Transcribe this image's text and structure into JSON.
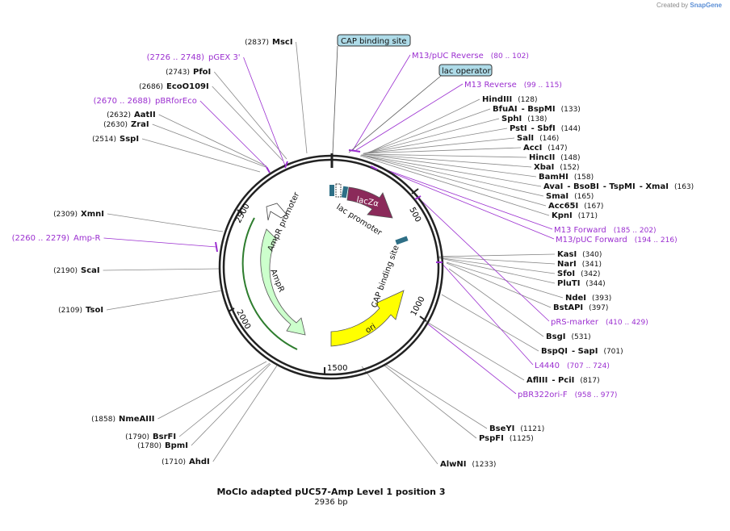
{
  "credit": {
    "prefix": "Created by",
    "brand": "SnapGene"
  },
  "title": "MoClo adapted pUC57-Amp Level 1 position 3",
  "subtitle": "2936 bp",
  "ticks": [
    "500",
    "1000",
    "1500",
    "2000",
    "2500"
  ],
  "features": {
    "lacZa": "lacZα",
    "lac_promoter": "lac promoter",
    "cap_site": "CAP binding site",
    "ori": "ori",
    "ampr": "AmpR",
    "ampr_promoter": "AmpR promoter"
  },
  "boxed_labels": [
    "CAP binding site",
    "lac operator"
  ],
  "right_labels": [
    {
      "parts": [
        {
          "t": "HindIII",
          "b": true
        },
        {
          "t": "(128)",
          "b": false
        }
      ]
    },
    {
      "parts": [
        {
          "t": "BfuAI",
          "b": true
        },
        {
          "t": "- BspMI",
          "b": true
        },
        {
          "t": "(133)",
          "b": false
        }
      ]
    },
    {
      "parts": [
        {
          "t": "SphI",
          "b": true
        },
        {
          "t": "(138)",
          "b": false
        }
      ]
    },
    {
      "parts": [
        {
          "t": "PstI",
          "b": true
        },
        {
          "t": "- SbfI",
          "b": true
        },
        {
          "t": "(144)",
          "b": false
        }
      ]
    },
    {
      "parts": [
        {
          "t": "SalI",
          "b": true
        },
        {
          "t": "(146)",
          "b": false
        }
      ]
    },
    {
      "parts": [
        {
          "t": "AccI",
          "b": true
        },
        {
          "t": "(147)",
          "b": false
        }
      ]
    },
    {
      "parts": [
        {
          "t": "HincII",
          "b": true
        },
        {
          "t": "(148)",
          "b": false
        }
      ]
    },
    {
      "parts": [
        {
          "t": "XbaI",
          "b": true
        },
        {
          "t": "(152)",
          "b": false
        }
      ]
    },
    {
      "parts": [
        {
          "t": "BamHI",
          "b": true
        },
        {
          "t": "(158)",
          "b": false
        }
      ]
    },
    {
      "parts": [
        {
          "t": "AvaI",
          "b": true
        },
        {
          "t": "- BsoBI",
          "b": true
        },
        {
          "t": "- TspMI",
          "b": true
        },
        {
          "t": "- XmaI",
          "b": true
        },
        {
          "t": "(163)",
          "b": false
        }
      ]
    },
    {
      "parts": [
        {
          "t": "SmaI",
          "b": true
        },
        {
          "t": "(165)",
          "b": false
        }
      ]
    },
    {
      "parts": [
        {
          "t": "Acc65I",
          "b": true
        },
        {
          "t": "(167)",
          "b": false
        }
      ]
    },
    {
      "parts": [
        {
          "t": "KpnI",
          "b": true
        },
        {
          "t": "(171)",
          "b": false
        }
      ]
    },
    {
      "parts": [
        {
          "t": "KasI",
          "b": true
        },
        {
          "t": "(340)",
          "b": false
        }
      ]
    },
    {
      "parts": [
        {
          "t": "NarI",
          "b": true
        },
        {
          "t": "(341)",
          "b": false
        }
      ]
    },
    {
      "parts": [
        {
          "t": "SfoI",
          "b": true
        },
        {
          "t": "(342)",
          "b": false
        }
      ]
    },
    {
      "parts": [
        {
          "t": "PluTI",
          "b": true
        },
        {
          "t": "(344)",
          "b": false
        }
      ]
    },
    {
      "parts": [
        {
          "t": "NdeI",
          "b": true
        },
        {
          "t": "(393)",
          "b": false
        }
      ]
    },
    {
      "parts": [
        {
          "t": "BstAPI",
          "b": true
        },
        {
          "t": "(397)",
          "b": false
        }
      ]
    },
    {
      "parts": [
        {
          "t": "BsgI",
          "b": true
        },
        {
          "t": "(531)",
          "b": false
        }
      ]
    },
    {
      "parts": [
        {
          "t": "BspQI",
          "b": true
        },
        {
          "t": "- SapI",
          "b": true
        },
        {
          "t": "(701)",
          "b": false
        }
      ]
    },
    {
      "parts": [
        {
          "t": "AflIII",
          "b": true
        },
        {
          "t": "- PciI",
          "b": true
        },
        {
          "t": "(817)",
          "b": false
        }
      ]
    },
    {
      "parts": [
        {
          "t": "BseYI",
          "b": true
        },
        {
          "t": "(1121)",
          "b": false
        }
      ]
    },
    {
      "parts": [
        {
          "t": "PspFI",
          "b": true
        },
        {
          "t": "(1125)",
          "b": false
        }
      ]
    },
    {
      "parts": [
        {
          "t": "AlwNI",
          "b": true
        },
        {
          "t": "(1233)",
          "b": false
        }
      ]
    }
  ],
  "right_primers": [
    {
      "name": "M13/pUC Reverse",
      "range": "(80 .. 102)"
    },
    {
      "name": "M13 Reverse",
      "range": "(99 .. 115)"
    },
    {
      "name": "M13 Forward",
      "range": "(185 .. 202)"
    },
    {
      "name": "M13/pUC Forward",
      "range": "(194 .. 216)"
    },
    {
      "name": "pRS-marker",
      "range": "(410 .. 429)"
    },
    {
      "name": "L4440",
      "range": "(707 .. 724)"
    },
    {
      "name": "pBR322ori-F",
      "range": "(958 .. 977)"
    }
  ],
  "left_labels": [
    {
      "pos": "(2837)",
      "name": "MscI"
    },
    {
      "pos": "(2743)",
      "name": "PfoI"
    },
    {
      "pos": "(2686)",
      "name": "EcoO109I"
    },
    {
      "pos": "(2632)",
      "name": "AatII"
    },
    {
      "pos": "(2630)",
      "name": "ZraI"
    },
    {
      "pos": "(2514)",
      "name": "SspI"
    },
    {
      "pos": "(2309)",
      "name": "XmnI"
    },
    {
      "pos": "(2190)",
      "name": "ScaI"
    },
    {
      "pos": "(2109)",
      "name": "TsoI"
    },
    {
      "pos": "(1858)",
      "name": "NmeAIII"
    },
    {
      "pos": "(1790)",
      "name": "BsrFI"
    },
    {
      "pos": "(1780)",
      "name": "BpmI"
    },
    {
      "pos": "(1710)",
      "name": "AhdI"
    }
  ],
  "left_primers": [
    {
      "range": "(2726 .. 2748)",
      "name": "pGEX 3'"
    },
    {
      "range": "(2670 .. 2688)",
      "name": "pBRforEco"
    },
    {
      "range": "(2260 .. 2279)",
      "name": "Amp-R"
    }
  ],
  "colors": {
    "backbone": "#222222",
    "primer": "#9b2fd0",
    "lacZa": "#8b2a5a",
    "ori": "#ffff00",
    "ampr": "#ccffcc",
    "ampr_promoter": "#ffffff",
    "cap": "#2e6f86",
    "box": "#aedbe8",
    "site_line": "#888888"
  }
}
